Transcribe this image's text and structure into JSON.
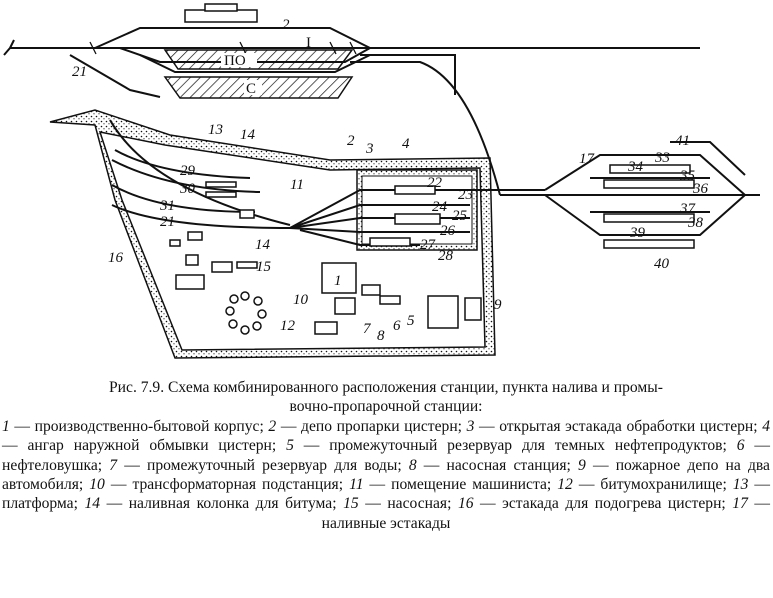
{
  "figure": {
    "labels": {
      "track_I": "I",
      "po": "ПО",
      "c": "С",
      "n1": "1",
      "n2": "2",
      "n3": "3",
      "n4": "4",
      "n5": "5",
      "n6": "6",
      "n7": "7",
      "n8": "8",
      "n9": "9",
      "n10": "10",
      "n11": "11",
      "n12": "12",
      "n13": "13",
      "n14": "14",
      "n15": "15",
      "n16": "16",
      "n17": "17",
      "n21": "21",
      "n22": "22",
      "n23": "23",
      "n24": "24",
      "n25": "25",
      "n26": "26",
      "n27": "27",
      "n28": "28",
      "n29": "29",
      "n30": "30",
      "n31": "31",
      "n33": "33",
      "n34": "34",
      "n35": "35",
      "n36": "36",
      "n37": "37",
      "n38": "38",
      "n39": "39",
      "n40": "40",
      "n41": "41"
    },
    "caption": {
      "title_line1": "Рис. 7.9. Схема комбинированного расположения станции, пункта налива и промы-",
      "title_line2": "вочно-пропарочной станции:",
      "legend": [
        {
          "n": "1",
          "text": " — производственно-бытовой корпус; "
        },
        {
          "n": "2",
          "text": " — депо пропарки цистерн; "
        },
        {
          "n": "3",
          "text": " — открытая эстакада обработки цистерн; "
        },
        {
          "n": "4",
          "text": " — ангар наружной обмывки цистерн; "
        },
        {
          "n": "5",
          "text": " — промежуточный резервуар для темных нефтепродуктов; "
        },
        {
          "n": "6",
          "text": " — нефтеловушка; "
        },
        {
          "n": "7",
          "text": " — промежуточный резервуар для воды; "
        },
        {
          "n": "8",
          "text": " — насосная станция; "
        },
        {
          "n": "9",
          "text": " — пожарное депо на два автомобиля; "
        },
        {
          "n": "10",
          "text": " — трансформаторная подстанция; "
        },
        {
          "n": "11",
          "text": " — помещение машиниста; "
        },
        {
          "n": "12",
          "text": " — битумохранилище; "
        },
        {
          "n": "13",
          "text": " — платформа; "
        },
        {
          "n": "14",
          "text": " — наливная колонка для битума; "
        },
        {
          "n": "15",
          "text": " — насосная; "
        },
        {
          "n": "16",
          "text": " — эстакада для подогрева цистерн; "
        },
        {
          "n": "17",
          "text": " — наливные эстакады"
        }
      ]
    }
  }
}
